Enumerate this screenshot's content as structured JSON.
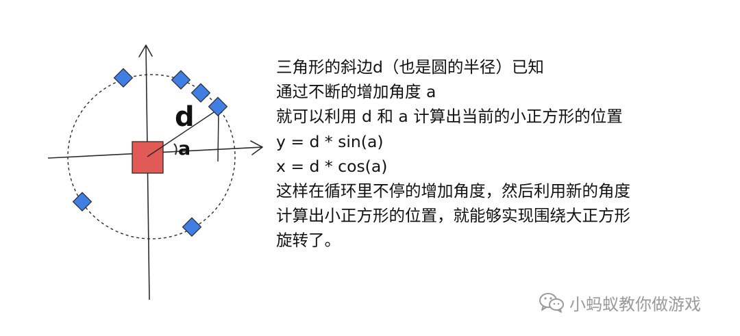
{
  "diagram": {
    "label_d": "d",
    "label_a": "a"
  },
  "text": {
    "lines": [
      "三角形的斜边d（也是圆的半径）已知",
      "通过不断的增加角度 a",
      "就可以利用 d 和 a 计算出当前的小正方形的位置",
      "y = d * sin(a)",
      "x = d * cos(a)",
      "这样在循环里不停的增加角度，然后利用新的角度",
      "计算出小正方形的位置，就能够实现围绕大正方形",
      "旋转了。"
    ]
  },
  "watermark": {
    "label": "小蚂蚁教你做游戏",
    "icon": "wechat-icon"
  },
  "colors": {
    "big_square": "#e25a55",
    "small_square": "#3f7fe3",
    "stroke": "#2a2a2a",
    "watermark": "#9a9a9a"
  }
}
